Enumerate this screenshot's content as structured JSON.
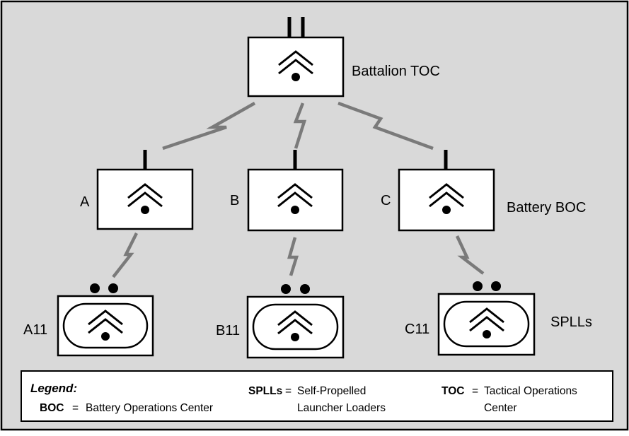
{
  "diagram": {
    "battalion_label": "Battalion TOC",
    "battery_label": "Battery BOC",
    "spll_label": "SPLLs",
    "batteries": [
      {
        "letter": "A",
        "launcher": "A11"
      },
      {
        "letter": "B",
        "launcher": "B11"
      },
      {
        "letter": "C",
        "launcher": "C11"
      }
    ]
  },
  "legend": {
    "title": "Legend:",
    "entries": [
      {
        "abbr": "BOC",
        "eq": "=",
        "def": "Battery Operations Center"
      },
      {
        "abbr": "SPLLs",
        "eq": "=",
        "def_line1": "Self-Propelled",
        "def_line2": "Launcher Loaders"
      },
      {
        "abbr": "TOC",
        "eq": "=",
        "def_line1": "Tactical Operations",
        "def_line2": "Center"
      }
    ]
  },
  "colors": {
    "background": "#d9d9d9",
    "link": "#7a7a7a",
    "outline": "#000000",
    "box_fill": "#ffffff"
  }
}
